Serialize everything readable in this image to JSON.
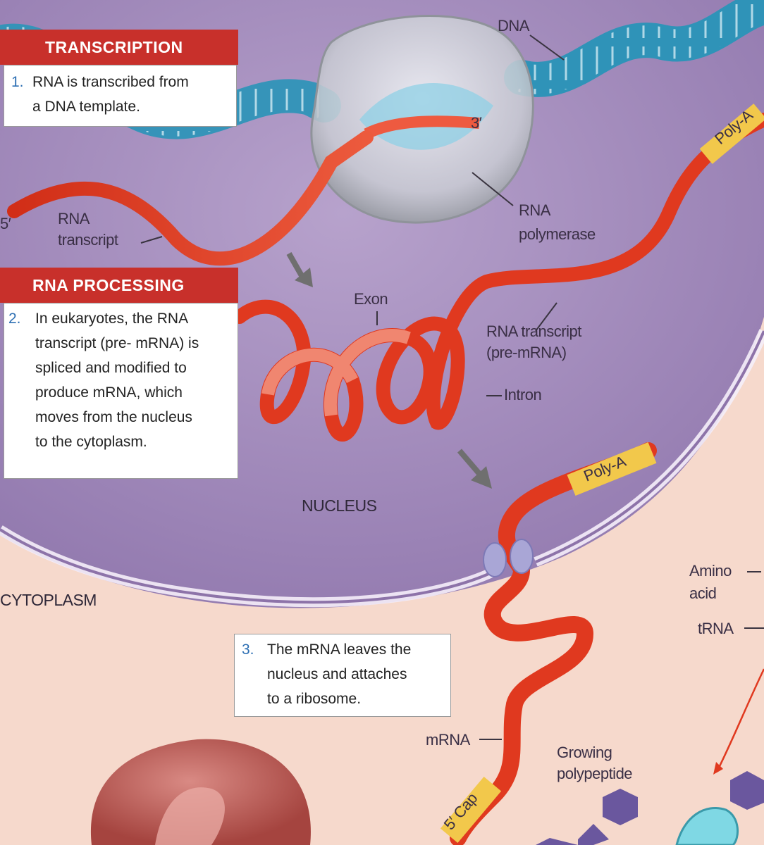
{
  "steps": [
    {
      "header": "TRANSCRIPTION",
      "number": "1.",
      "lines": [
        "RNA is transcribed from",
        "a DNA template."
      ]
    },
    {
      "header": "RNA PROCESSING",
      "number": "2.",
      "lines": [
        "In eukaryotes, the RNA",
        "transcript (pre- mRNA) is",
        "spliced and modified to",
        "produce mRNA, which",
        "moves from the nucleus",
        "to the cytoplasm."
      ]
    },
    {
      "number": "3.",
      "lines": [
        "The mRNA leaves the",
        "nucleus and attaches",
        "to a ribosome."
      ]
    }
  ],
  "labels": {
    "dna": "DNA",
    "three_prime": "3′",
    "five_prime": "5′",
    "rna_transcript": [
      "RNA",
      "transcript"
    ],
    "rna_polymerase": [
      "RNA",
      "polymerase"
    ],
    "exon": "Exon",
    "pre_mrna": [
      "RNA transcript",
      "(pre-mRNA)"
    ],
    "intron": "Intron",
    "nucleus": "NUCLEUS",
    "cytoplasm": "CYTOPLASM",
    "poly_a_top": "Poly-A",
    "poly_a_mid": "Poly-A",
    "amino_acid": [
      "Amino",
      "acid"
    ],
    "trna": "tRNA",
    "mrna": "mRNA",
    "five_cap": "5′ Cap",
    "growing_polypeptide": [
      "Growing",
      "polypeptide"
    ]
  },
  "colors": {
    "nucleus": "#9e86b8",
    "cytoplasm": "#f6d9cc",
    "dna_helix": "#2f93b8",
    "rna_strand": "#e0391f",
    "poly_a_tag": "#f2c84b",
    "header_red": "#c8302b",
    "step_number": "#2d6fb3"
  }
}
